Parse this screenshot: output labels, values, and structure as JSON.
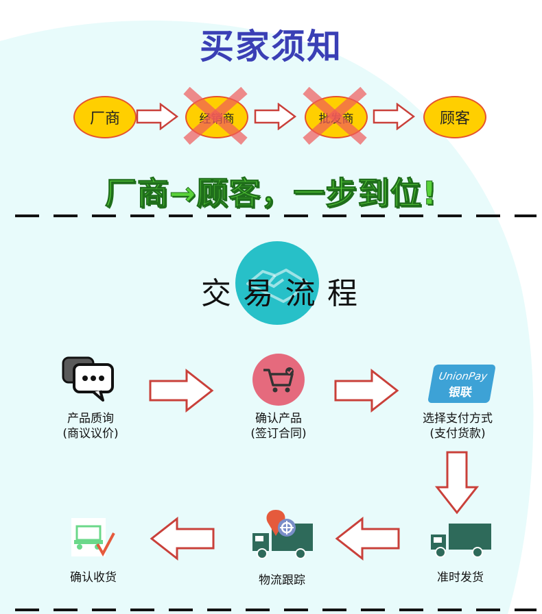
{
  "header": {
    "title": "买家须知"
  },
  "chain": {
    "manufacturer": "厂商",
    "distributor": "经销商",
    "wholesaler": "批发商",
    "customer": "顾客"
  },
  "slogan": "厂商→顾客，一步到位!",
  "flow": {
    "title_chars": [
      "交",
      "易",
      "流",
      "程"
    ],
    "steps": [
      {
        "line1": "产品质询",
        "line2": "(商议议价)",
        "icon": "chat-bubbles-icon"
      },
      {
        "line1": "确认产品",
        "line2": "(签订合同)",
        "icon": "shopping-cart-icon"
      },
      {
        "line1": "选择支付方式",
        "line2": "(支付货款)",
        "icon": "unionpay-card-icon"
      },
      {
        "line1": "准时发货",
        "icon": "delivery-truck-icon"
      },
      {
        "line1": "物流跟踪",
        "icon": "tracking-truck-icon"
      },
      {
        "line1": "确认收货",
        "icon": "receipt-check-icon"
      }
    ],
    "unionpay": {
      "brand": "UnionPay",
      "cn": "银联"
    }
  },
  "colors": {
    "title": "#3a3fb5",
    "oval": "#ffcf00",
    "oval_border": "#e5522d",
    "arrow": "#c9403a",
    "slogan": "#5ad23a",
    "teal": "#27c0c8",
    "truck": "#2e6a5a"
  }
}
